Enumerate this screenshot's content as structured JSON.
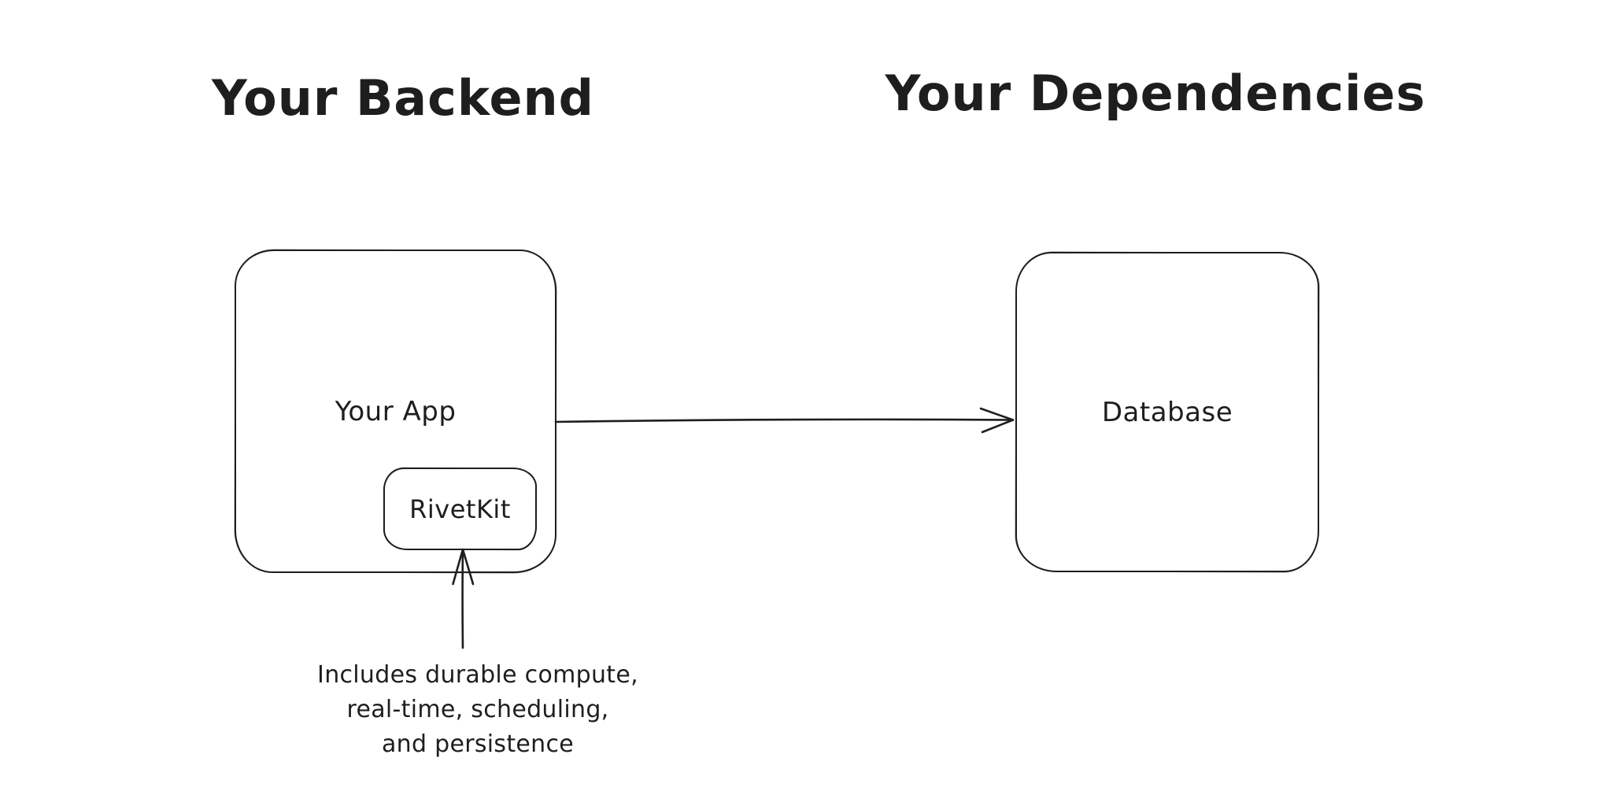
{
  "page": {
    "background": "#ffffff",
    "ink": "#1e1e1e"
  },
  "sections": {
    "backend": {
      "title": "Your Backend"
    },
    "dependencies": {
      "title": "Your Dependencies"
    }
  },
  "nodes": {
    "app": {
      "label": "Your App"
    },
    "rivetkit": {
      "label": "RivetKit"
    },
    "database": {
      "label": "Database"
    }
  },
  "arrows": {
    "app_to_database": {
      "from_label": "Your App",
      "to_label": "Database",
      "direction": "right",
      "head": "open-chevron"
    },
    "annotation_to_rivetkit": {
      "to_label": "RivetKit",
      "direction": "up",
      "head": "open-chevron"
    }
  },
  "annotation": {
    "lines": [
      "Includes durable compute,",
      "real-time, scheduling,",
      "and persistence"
    ]
  }
}
